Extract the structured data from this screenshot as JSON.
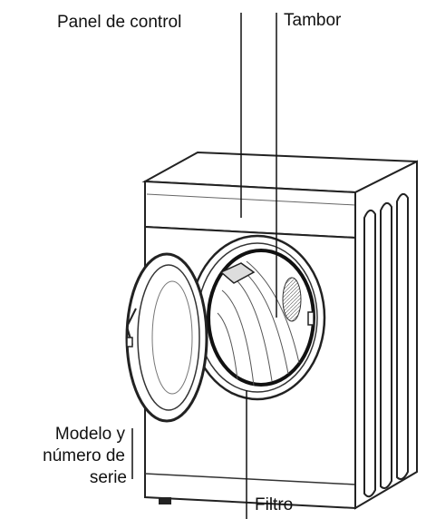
{
  "labels": {
    "control_panel": "Panel de control",
    "drum": "Tambor",
    "model_serial_line1": "Modelo y",
    "model_serial_line2": "número de",
    "model_serial_line3": "serie",
    "filter": "Filtro"
  }
}
